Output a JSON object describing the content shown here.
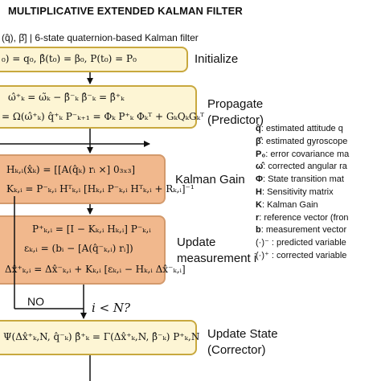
{
  "header": {
    "title": "MULTIPLICATIVE EXTENDED KALMAN FILTER",
    "subtitle": "(q̂), β̂] | 6-state quaternion-based Kalman filter"
  },
  "init": {
    "eq": "₀) = q₀,     β̂(t₀) = β₀,     P(t₀) = P₀",
    "label": "Initialize"
  },
  "propagate": {
    "eq1": "ω̂⁺ₖ = ω̃ₖ − β̂⁻ₖ        β̂⁻ₖ = β̂⁺ₖ",
    "eq2": "= Ω(ω̂⁺ₖ) q̂⁺ₖ    P⁻ₖ₊₁ = Φₖ P⁺ₖ Φₖᵀ + GₖQₖGₖᵀ",
    "label1": "Propagate",
    "label2": "(Predictor)"
  },
  "gain": {
    "eq1": "Hₖ,ᵢ(x̂ₖ) = [[A(q̂ₖ) rᵢ ×] 0₃ₓ₃]",
    "eq2": "Kₖ,ᵢ = P⁻ₖ,ᵢ Hᵀₖ,ᵢ [Hₖ,ᵢ P⁻ₖ,ᵢ Hᵀₖ,ᵢ + Rₖ,ᵢ]⁻¹",
    "label": "Kalman Gain"
  },
  "update": {
    "eq1": "P⁺ₖ,ᵢ = [I − Kₖ,ᵢ Hₖ,ᵢ] P⁻ₖ,ᵢ",
    "eq2": "εₖ,ᵢ = (bᵢ − [A(q̂⁻ₖ,ᵢ) rᵢ])",
    "eq3": "Δx̂⁺ₖ,ᵢ = Δx̂⁻ₖ,ᵢ + Kₖ,ᵢ [εₖ,ᵢ − Hₖ,ᵢ Δx̂⁻ₖ,ᵢ]",
    "label1": "Update",
    "label2": "measurement i"
  },
  "loop": {
    "no": "NO",
    "condition": "i < N?"
  },
  "state": {
    "eq": "Ψ(Δx̂⁺ₖ,N, q̂⁻ₖ)     β̂⁺ₖ = Γ(Δx̂⁺ₖ,N, β̂⁻ₖ)     P⁺ₖ,N",
    "label1": "Update State",
    "label2": "(Corrector)"
  },
  "legend": [
    {
      "sym": "q̂",
      "text": ": estimated attitude q"
    },
    {
      "sym": "β̂",
      "text": ": estimated gyroscope"
    },
    {
      "sym": "P₀",
      "text": ": error covariance ma"
    },
    {
      "sym": "ω̂",
      "text": ": corrected angular ra"
    },
    {
      "sym": "Φ",
      "text": ": State transition mat"
    },
    {
      "sym": "H",
      "text": ": Sensitivity matrix"
    },
    {
      "sym": "K",
      "text": ": Kalman Gain"
    },
    {
      "sym": "r",
      "text": ": reference vector (fron"
    },
    {
      "sym": "b",
      "text": ": measurement vector"
    },
    {
      "sym": "(·)⁻",
      "text": " : predicted variable"
    },
    {
      "sym": "(·)⁺",
      "text": " : corrected variable"
    }
  ],
  "colors": {
    "yellow_fill": "#fdf5d4",
    "yellow_border": "#c8a83e",
    "orange_fill": "#f1b88d",
    "orange_border": "#d39a6c"
  }
}
